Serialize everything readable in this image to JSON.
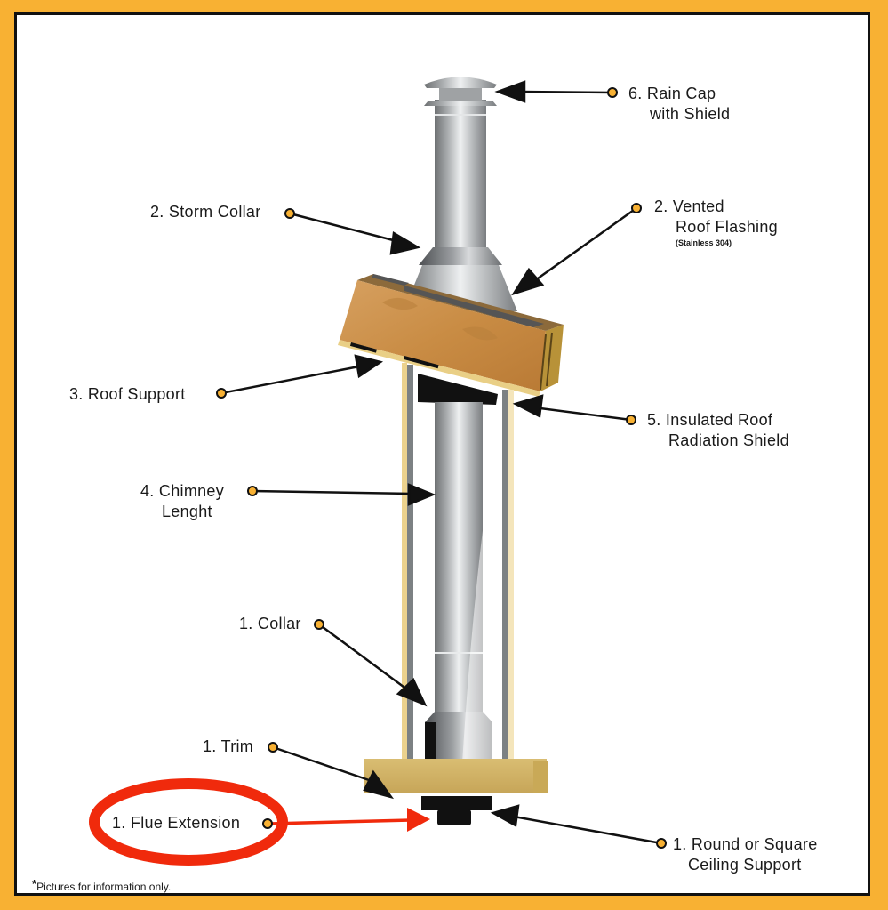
{
  "diagram": {
    "title": "Chimney flue kit components",
    "colors": {
      "frame_background": "#f8b133",
      "frame_border": "#111111",
      "callout_dot": "#f8b133",
      "highlight": "#f02a0c",
      "wood": "#c8904a",
      "trim": "#d2b468",
      "steel": "#b9bcbe"
    },
    "labels": {
      "rain_cap": {
        "line1": "6. Rain Cap",
        "line2": "with Shield"
      },
      "vented_flashing": {
        "line1": "2. Vented",
        "line2": "Roof Flashing",
        "sub": "(Stainless 304)"
      },
      "storm_collar": {
        "line1": "2. Storm Collar"
      },
      "roof_support": {
        "line1": "3. Roof Support"
      },
      "radiation_shield": {
        "line1": "5. Insulated Roof",
        "line2": "Radiation Shield"
      },
      "chimney_length": {
        "line1": "4. Chimney",
        "line2": "Lenght"
      },
      "collar": {
        "line1": "1. Collar"
      },
      "trim": {
        "line1": "1. Trim"
      },
      "flue_extension": {
        "line1": "1. Flue Extension",
        "highlighted": true
      },
      "ceiling_support": {
        "line1": "1. Round or Square",
        "line2": "Ceiling Support"
      }
    },
    "footnote": {
      "star": "*",
      "text": "Pictures for information only."
    }
  }
}
